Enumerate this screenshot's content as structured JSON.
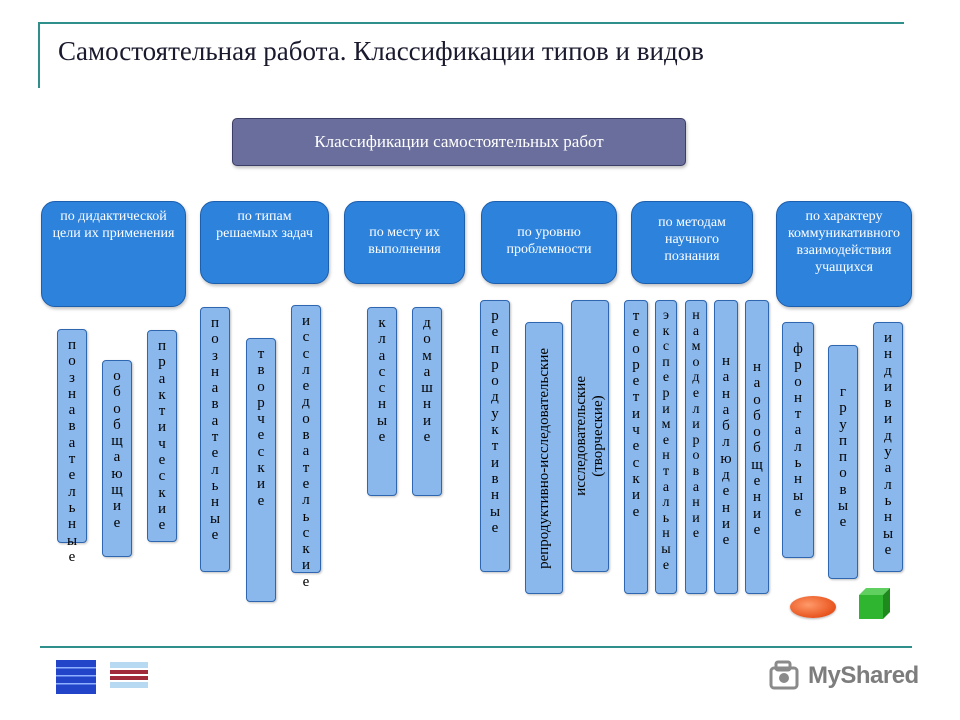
{
  "title": "Самостоятельная работа. Классификации типов и видов",
  "root": "Классификации самостоятельных работ",
  "categories": [
    {
      "label": "по дидактической цели их применения",
      "leaves": [
        "познавательные",
        "обобщающие",
        "практические"
      ]
    },
    {
      "label": "по типам решаемых задач",
      "leaves": [
        "познавательные",
        "творческие",
        "исследовательские"
      ]
    },
    {
      "label": "по месту их выполнения",
      "leaves": [
        "классные",
        "домашние"
      ]
    },
    {
      "label": "по уровню проблемности",
      "leaves": [
        "репродуктивные",
        "репродуктивно-исследовательские",
        "исследовательские (творческие)"
      ]
    },
    {
      "label": "по методам научного познания",
      "leaves": [
        "теоретические",
        "экспериментальные",
        "намоделирование",
        "нанаблюдение",
        "наобобщение"
      ]
    },
    {
      "label": "по характеру коммуникативного взаимодействия учащихся",
      "leaves": [
        "фронтальные",
        "групповые",
        "индивидуальные"
      ]
    }
  ],
  "brand": "MyShared",
  "colors": {
    "accent_rule": "#2f8f8a",
    "root_fill": "#6a6e9c",
    "category_fill": "#2d82dc",
    "leaf_fill": "#8ab8ec",
    "leaf_border": "#2e66b0"
  },
  "icons": [
    "presentation-nav-icon",
    "presentation-nav-icon-2",
    "myshared-logo-icon"
  ]
}
